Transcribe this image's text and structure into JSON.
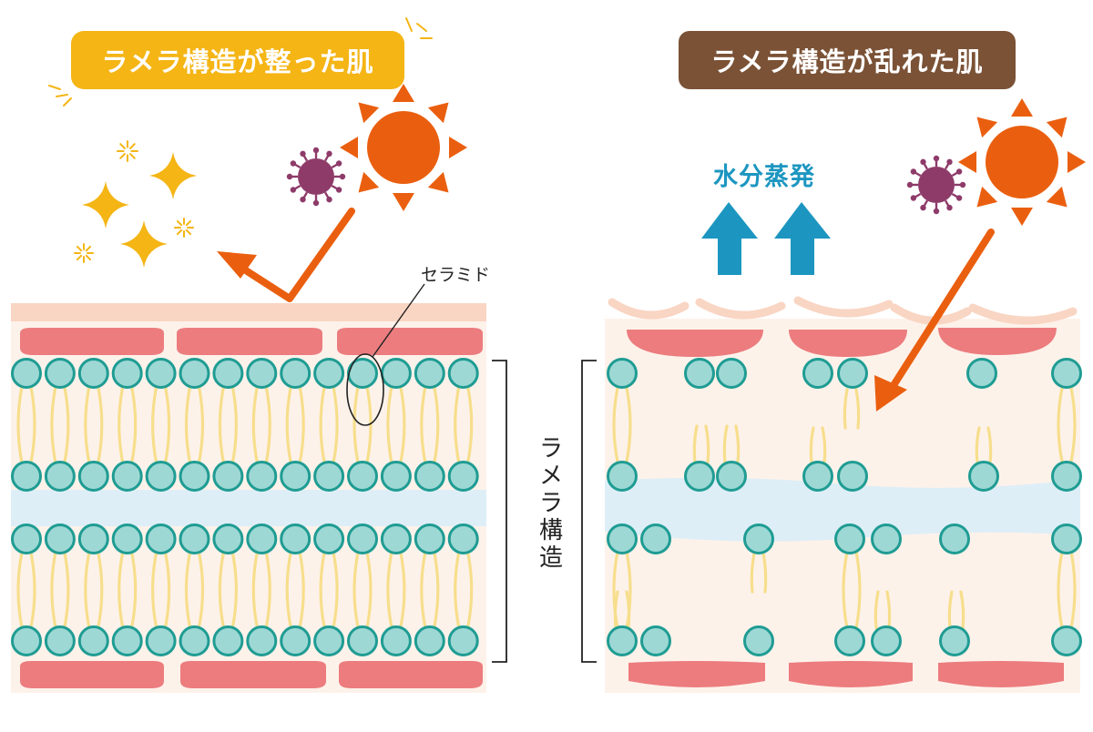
{
  "labels": {
    "healthy_title": "ラメラ構造が整った肌",
    "damaged_title": "ラメラ構造が乱れた肌",
    "evaporation": "水分蒸発",
    "ceramide": "セラミド",
    "lamella": "ラメラ構造"
  },
  "colors": {
    "healthy_badge": "#f4b515",
    "damaged_badge": "#7b5236",
    "sun": "#ea5f0f",
    "arrow": "#ea5f0f",
    "virus": "#8e3b6a",
    "sparkle": "#f4b515",
    "evap_arrow": "#1c96c0",
    "lipid_head": "#9ed8d5",
    "lipid_head_edge": "#1f9c93",
    "lipid_tail": "#f7de8c",
    "water_band": "#deeef7",
    "skin_bg": "#fdf2ea",
    "corneocyte": "#ec7c7e",
    "top_skin": "#f9d5c3"
  },
  "icons": [
    "sun-icon",
    "virus-icon",
    "sparkle-icon",
    "up-arrow-icon",
    "bent-arrow-icon",
    "down-arrow-icon",
    "bracket-icon"
  ]
}
